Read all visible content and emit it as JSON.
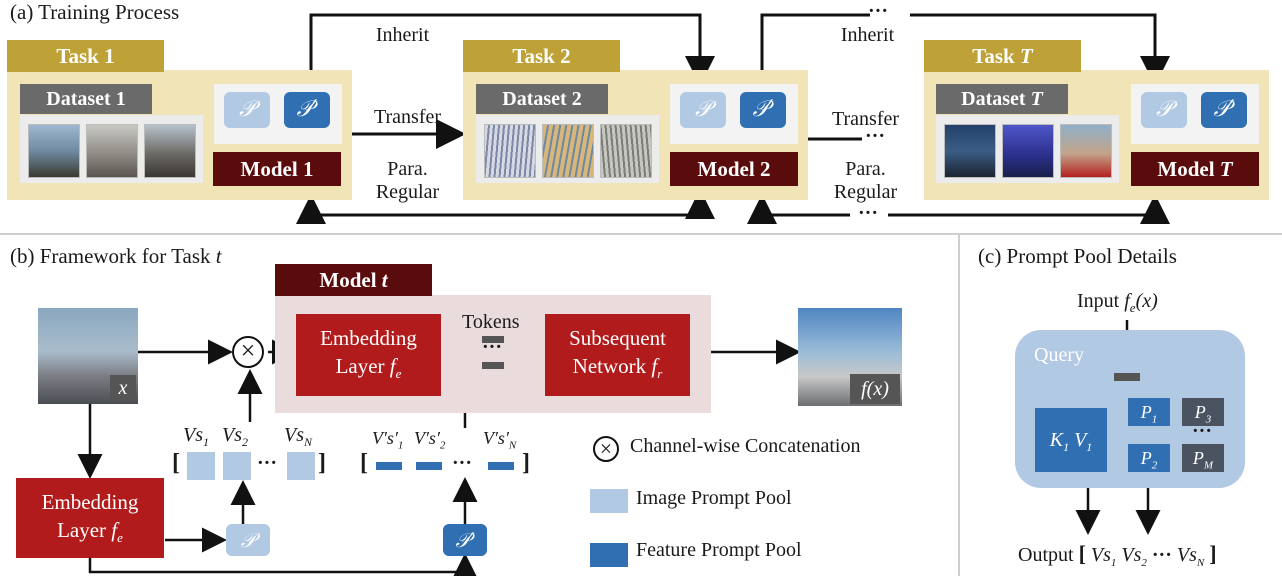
{
  "panel_a": {
    "title": "(a) Training Process",
    "tasks": [
      {
        "tab": "Task 1",
        "dataset": "Dataset 1",
        "model": "Model 1"
      },
      {
        "tab": "Task 2",
        "dataset": "Dataset 2",
        "model": "Model 2"
      },
      {
        "tab": "Task T",
        "dataset": "Dataset T",
        "model": "Model T"
      }
    ],
    "prompt_p": "𝒫",
    "prompt_pp": "𝒫′",
    "inherit": "Inherit",
    "inherit_dots": "Inherit",
    "transfer": "Transfer",
    "para": "Para.",
    "regular": "Regular",
    "ellipsis": "···"
  },
  "panel_b": {
    "title": "(b) Framework for Task t",
    "model_tab": "Model t",
    "embed_top_1": "Embedding",
    "embed_top_2": "Layer f",
    "embed_sub": "e",
    "tokens": "Tokens",
    "subseq_1": "Subsequent",
    "subseq_2": "Network f",
    "subseq_sub": "r",
    "input_label": "x",
    "output_label": "f(x)",
    "embed_bot_1": "Embedding",
    "embed_bot_2": "Layer f",
    "vs_labels": [
      "Vs₁",
      "Vs₂",
      "Vs_N"
    ],
    "vsp_labels": [
      "V′s′₁",
      "V′s′₂",
      "V′s′_N"
    ],
    "dots": "···",
    "legend": {
      "concat": "Channel-wise Concatenation",
      "image_pool": "Image Prompt Pool",
      "feature_pool": "Feature Prompt Pool"
    },
    "colors": {
      "image_pool": "#b2c9e3",
      "feature_pool": "#2f6fb2",
      "model_dark": "#5a0b0b",
      "model_red": "#b11b1b",
      "task_panel": "#f1e5b8",
      "task_tab": "#bea237"
    }
  },
  "panel_c": {
    "title": "(c) Prompt Pool Details",
    "input": "Input",
    "input_expr": "f",
    "input_sub": "e",
    "input_arg": "(x)",
    "query": "Query",
    "k1v1": "K₁ V₁",
    "p1": "P₁",
    "p2": "P₂",
    "p3": "P₃",
    "pm": "P_M",
    "output": "Output",
    "output_expr": "[ Vs₁ Vs₂ ··· Vs_N ]",
    "dots": "···"
  }
}
